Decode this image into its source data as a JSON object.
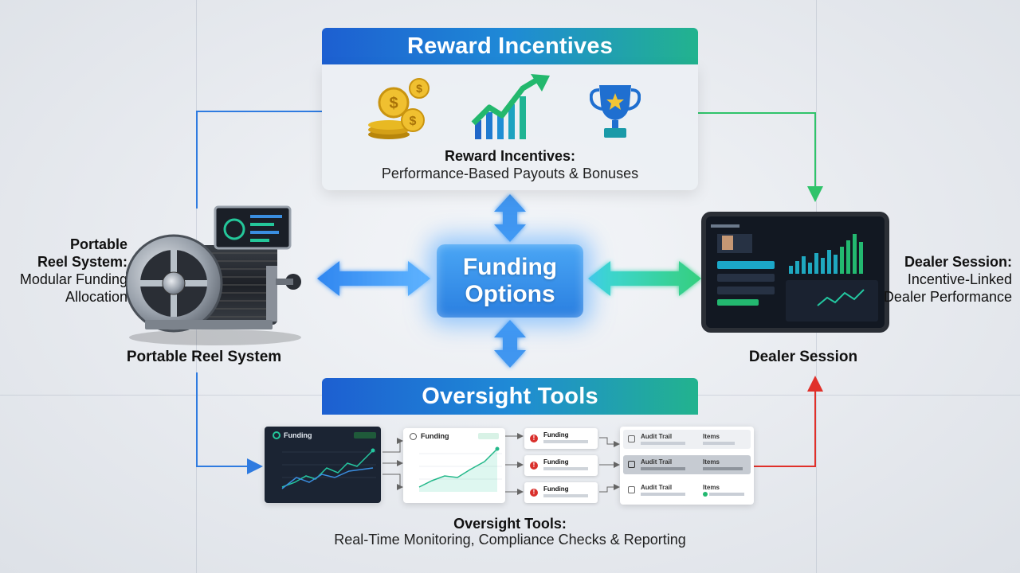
{
  "reward": {
    "header": "Reward Incentives",
    "caption_title": "Reward Incentives:",
    "caption_sub": "Performance-Based Payouts & Bonuses"
  },
  "center": {
    "line1": "Funding",
    "line2": "Options"
  },
  "left": {
    "side_line1": "Portable",
    "side_line2": "Reel System:",
    "side_line3": "Modular Funding",
    "side_line4": "Allocation",
    "label": "Portable Reel System"
  },
  "right": {
    "side_line1": "Dealer Session:",
    "side_line2": "Incentive-Linked",
    "side_line3": "Dealer Performance",
    "label": "Dealer Session"
  },
  "oversight": {
    "header": "Oversight Tools",
    "caption_title": "Oversight Tools:",
    "caption_sub": "Real-Time Monitoring, Compliance Checks & Reporting",
    "card1_title": "Funding",
    "card2_title": "Funding",
    "alerts": [
      "Funding",
      "Funding",
      "Funding"
    ],
    "audit": [
      {
        "label": "Audit Trail",
        "col": "Items"
      },
      {
        "label": "Audit Trail",
        "col": "Items"
      },
      {
        "label": "Audit Trail",
        "col": "Items"
      }
    ]
  },
  "colors": {
    "blue_arrow": "#2f86f0",
    "green_arrow": "#2fc36a",
    "red_arrow": "#e0302a",
    "band_start": "#1d5fd1",
    "band_end": "#22b38e"
  }
}
